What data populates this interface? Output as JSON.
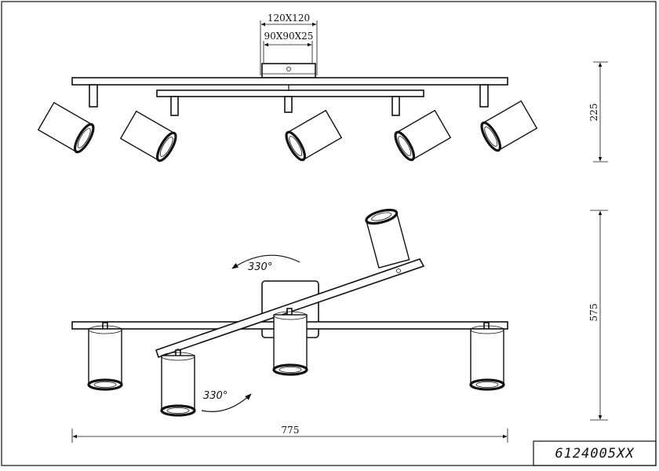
{
  "dimensions": {
    "plate_outer": "120X120",
    "plate_inner": "90X90X25",
    "height_side": "225",
    "height_top": "575",
    "width": "775"
  },
  "rotation": {
    "upper": "330°",
    "lower": "330°"
  },
  "product_code": "6124005XX"
}
